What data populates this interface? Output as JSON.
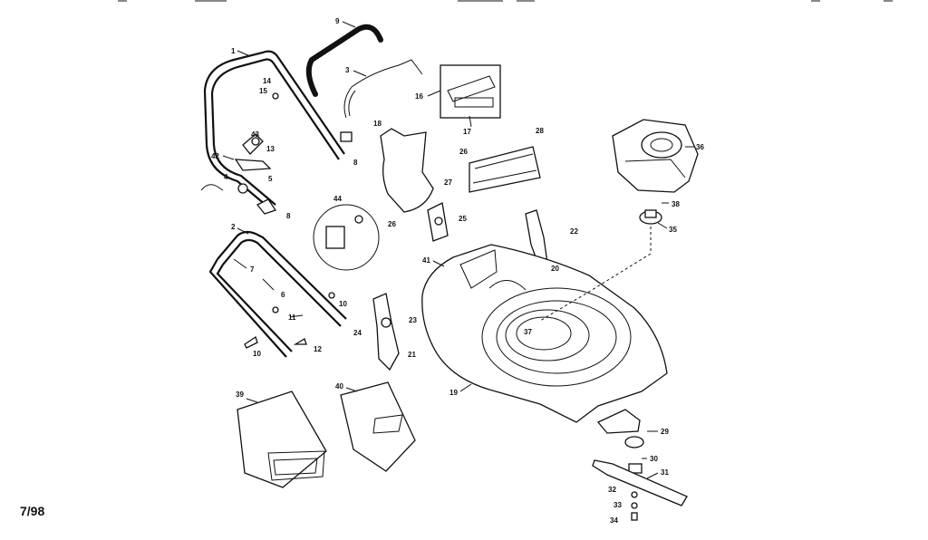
{
  "date_code": "7/98",
  "callouts": [
    {
      "id": "c1",
      "text": "1"
    },
    {
      "id": "c2",
      "text": "2"
    },
    {
      "id": "c3",
      "text": "3"
    },
    {
      "id": "c4",
      "text": "4"
    },
    {
      "id": "c5",
      "text": "5"
    },
    {
      "id": "c6",
      "text": "6"
    },
    {
      "id": "c7",
      "text": "7"
    },
    {
      "id": "c8a",
      "text": "8"
    },
    {
      "id": "c8b",
      "text": "8"
    },
    {
      "id": "c9",
      "text": "9"
    },
    {
      "id": "c10a",
      "text": "10"
    },
    {
      "id": "c10b",
      "text": "10"
    },
    {
      "id": "c11",
      "text": "11"
    },
    {
      "id": "c12",
      "text": "12"
    },
    {
      "id": "c13",
      "text": "13"
    },
    {
      "id": "c14",
      "text": "14"
    },
    {
      "id": "c15",
      "text": "15"
    },
    {
      "id": "c16",
      "text": "16"
    },
    {
      "id": "c17",
      "text": "17"
    },
    {
      "id": "c18",
      "text": "18"
    },
    {
      "id": "c19",
      "text": "19"
    },
    {
      "id": "c20",
      "text": "20"
    },
    {
      "id": "c21",
      "text": "21"
    },
    {
      "id": "c22",
      "text": "22"
    },
    {
      "id": "c23",
      "text": "23"
    },
    {
      "id": "c24",
      "text": "24"
    },
    {
      "id": "c25",
      "text": "25"
    },
    {
      "id": "c26a",
      "text": "26"
    },
    {
      "id": "c26b",
      "text": "26"
    },
    {
      "id": "c27",
      "text": "27"
    },
    {
      "id": "c28",
      "text": "28"
    },
    {
      "id": "c29",
      "text": "29"
    },
    {
      "id": "c30",
      "text": "30"
    },
    {
      "id": "c31",
      "text": "31"
    },
    {
      "id": "c32",
      "text": "32"
    },
    {
      "id": "c33",
      "text": "33"
    },
    {
      "id": "c34",
      "text": "34"
    },
    {
      "id": "c35",
      "text": "35"
    },
    {
      "id": "c36",
      "text": "36"
    },
    {
      "id": "c37",
      "text": "37"
    },
    {
      "id": "c38",
      "text": "38"
    },
    {
      "id": "c39",
      "text": "39"
    },
    {
      "id": "c40",
      "text": "40"
    },
    {
      "id": "c41",
      "text": "41"
    },
    {
      "id": "c42",
      "text": "42"
    },
    {
      "id": "c43",
      "text": "43"
    },
    {
      "id": "c44",
      "text": "44"
    }
  ]
}
